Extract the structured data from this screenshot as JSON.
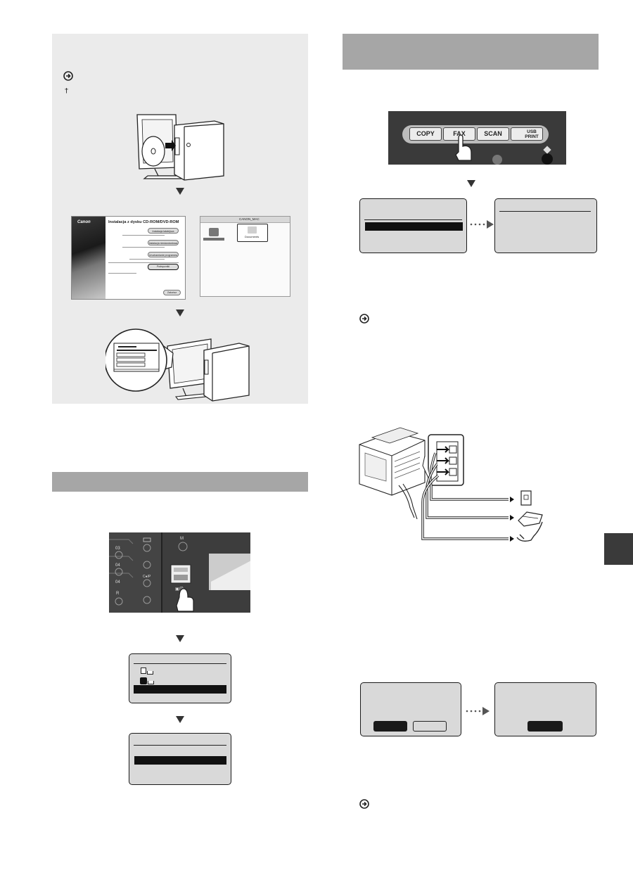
{
  "left_panel": {
    "marker_symbol": "†",
    "installer_window": {
      "logo": "Canon",
      "title": "Instalacja z dysku CD-ROM/DVD-ROM",
      "buttons": [
        "Instalacja łatwiejsza",
        "Instalacja niestandardowa",
        "Uruchamianie programów",
        "Podręczniki"
      ],
      "exit_button": "Zakończ"
    },
    "mac_window": {
      "title": "CANON_MAC",
      "folder_label": "Documents"
    }
  },
  "fax_panel": {
    "buttons": [
      "COPY",
      "FAX",
      "SCAN",
      "USB PRINT"
    ]
  },
  "colors": {
    "panel": "#ebebeb",
    "section_bar": "#a6a6a6",
    "lcd": "#d9d9d9",
    "tab": "#3a3a3a"
  }
}
